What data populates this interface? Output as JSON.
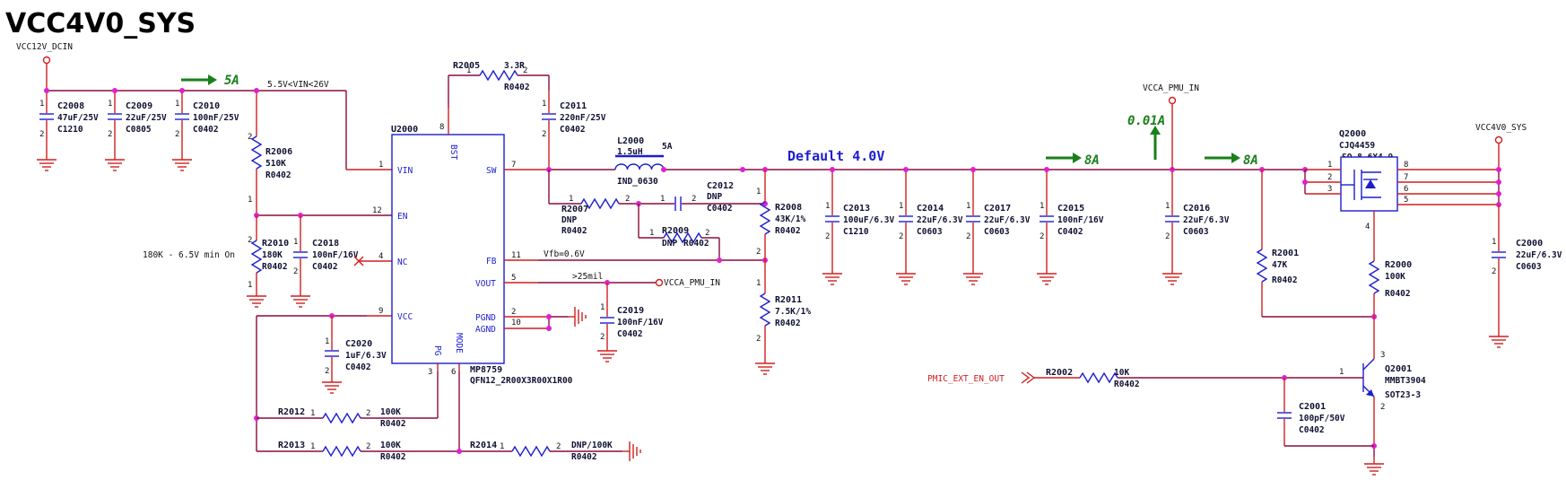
{
  "title": "VCC4V0_SYS",
  "nets": {
    "vcc12v": "VCC12V_DCIN",
    "vcca_pmu_top": "VCCA_PMU_IN",
    "vcca_pmu_side": "VCCA_PMU_IN",
    "vcc4v0": "VCC4V0_SYS",
    "pmic": "PMIC_EXT_EN_OUT",
    "vin_range": "5.5V<VIN<26V",
    "vfb": "Vfb=0.6V",
    "vout_note": ">25mil",
    "default_label": "Default 4.0V",
    "uvlo_note": "180K - 6.5V min On"
  },
  "currents": {
    "in": "5A",
    "out1": "8A",
    "out2": "8A",
    "pmu": "0.01A",
    "ind": "5A"
  },
  "ic": {
    "ref": "U2000",
    "part": "MP8759",
    "pkg": "QFN12_2R00X3R00X1R00",
    "pins": {
      "vin": "VIN",
      "en": "EN",
      "nc": "NC",
      "vcc": "VCC",
      "bst": "BST",
      "sw": "SW",
      "fb": "FB",
      "vout": "VOUT",
      "pgnd": "PGND",
      "agnd": "AGND",
      "pg": "PG",
      "mode": "MODE"
    },
    "pin_nums": {
      "vin": "1",
      "en": "12",
      "nc": "4",
      "vcc": "9",
      "bst": "8",
      "sw": "7",
      "fb": "11",
      "vout": "5",
      "pgnd": "2",
      "agnd": "10",
      "pg": "3",
      "mode": "6"
    }
  },
  "inductor": {
    "ref": "L2000",
    "val": "1.5uH",
    "pkg": "IND_0630"
  },
  "mosfet": {
    "ref": "Q2000",
    "part": "CJQ4459",
    "pkg": "SO-8_6X4_9",
    "pins": [
      "1",
      "2",
      "3",
      "4",
      "8",
      "7",
      "6",
      "5"
    ]
  },
  "transistor": {
    "ref": "Q2001",
    "part": "MMBT3904",
    "pkg": "SOT23-3",
    "pins": [
      "1",
      "2",
      "3"
    ]
  },
  "caps": {
    "c2008": {
      "ref": "C2008",
      "val": "47uF/25V",
      "pkg": "C1210"
    },
    "c2009": {
      "ref": "C2009",
      "val": "22uF/25V",
      "pkg": "C0805"
    },
    "c2010": {
      "ref": "C2010",
      "val": "100nF/25V",
      "pkg": "C0402"
    },
    "c2018": {
      "ref": "C2018",
      "val": "100nF/16V",
      "pkg": "C0402"
    },
    "c2020": {
      "ref": "C2020",
      "val": "1uF/6.3V",
      "pkg": "C0402"
    },
    "c2011": {
      "ref": "C2011",
      "val": "220nF/25V",
      "pkg": "C0402"
    },
    "c2012": {
      "ref": "C2012",
      "val": "DNP",
      "pkg": "C0402"
    },
    "c2019": {
      "ref": "C2019",
      "val": "100nF/16V",
      "pkg": "C0402"
    },
    "c2013": {
      "ref": "C2013",
      "val": "100uF/6.3V",
      "pkg": "C1210"
    },
    "c2014": {
      "ref": "C2014",
      "val": "22uF/6.3V",
      "pkg": "C0603"
    },
    "c2017": {
      "ref": "C2017",
      "val": "22uF/6.3V",
      "pkg": "C0603"
    },
    "c2015": {
      "ref": "C2015",
      "val": "100nF/16V",
      "pkg": "C0402"
    },
    "c2016": {
      "ref": "C2016",
      "val": "22uF/6.3V",
      "pkg": "C0603"
    },
    "c2000": {
      "ref": "C2000",
      "val": "22uF/6.3V",
      "pkg": "C0603"
    },
    "c2001": {
      "ref": "C2001",
      "val": "100pF/50V",
      "pkg": "C0402"
    }
  },
  "res": {
    "r2006": {
      "ref": "R2006",
      "val": "510K",
      "pkg": "R0402"
    },
    "r2010": {
      "ref": "R2010",
      "val": "180K",
      "pkg": "R0402"
    },
    "r2005": {
      "ref": "R2005",
      "val": "3.3R",
      "pkg": "R0402"
    },
    "r2007": {
      "ref": "R2007",
      "val": "DNP",
      "pkg": "R0402"
    },
    "r2009": {
      "ref": "R2009",
      "val": "DNP",
      "pkg": "R0402"
    },
    "r2008": {
      "ref": "R2008",
      "val": "43K/1%",
      "pkg": "R0402"
    },
    "r2011": {
      "ref": "R2011",
      "val": "7.5K/1%",
      "pkg": "R0402"
    },
    "r2012": {
      "ref": "R2012",
      "val": "100K",
      "pkg": "R0402"
    },
    "r2013": {
      "ref": "R2013",
      "val": "100K",
      "pkg": "R0402"
    },
    "r2014": {
      "ref": "R2014",
      "val": "DNP/100K",
      "pkg": "R0402"
    },
    "r2001": {
      "ref": "R2001",
      "val": "47K",
      "pkg": "R0402"
    },
    "r2000": {
      "ref": "R2000",
      "val": "100K",
      "pkg": "R0402"
    },
    "r2002": {
      "ref": "R2002",
      "val": "10K",
      "pkg": "R0402"
    }
  },
  "pn": {
    "one": "1",
    "two": "2"
  }
}
